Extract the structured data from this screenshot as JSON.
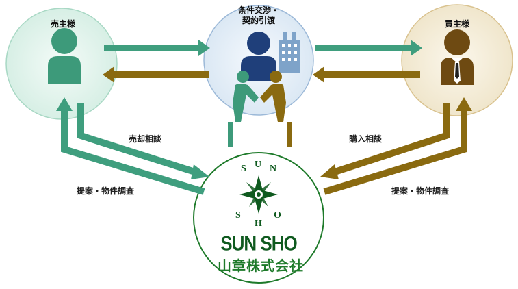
{
  "nodes": {
    "seller": {
      "label": "売主様"
    },
    "center": {
      "label_line1": "条件交渉・",
      "label_line2": "契約引渡"
    },
    "buyer": {
      "label": "買主様"
    }
  },
  "labels": {
    "sale_consult": "売却相談",
    "purchase_consult": "購入相談",
    "proposal_left": "提案・物件調査",
    "proposal_right": "提案・物件調査"
  },
  "company": {
    "name_en": "SUN SHO",
    "name_jp": "山章株式会社"
  },
  "colors": {
    "green_arrow": "#3f9e7e",
    "brown_arrow": "#8a6a10",
    "company_green": "#1e7a2a",
    "person_green": "#3d9a7a",
    "person_navy": "#1f3f7a",
    "person_brown": "#6e4a12"
  }
}
